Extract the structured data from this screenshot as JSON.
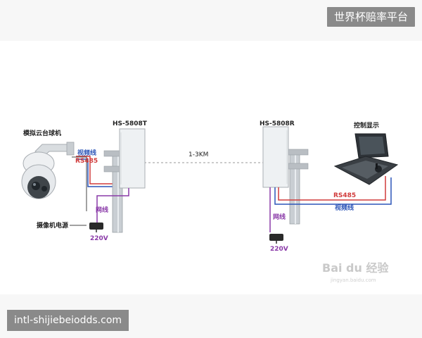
{
  "header": {
    "badge_text": "世界杯赔率平台"
  },
  "footer": {
    "url_text": "intl-shijiebeiodds.com"
  },
  "diagram": {
    "camera_label": "模拟云台球机",
    "camera_power_label": "摄像机电源",
    "left_video_label": "视频线",
    "left_rs485_label": "RS485",
    "left_net_label": "网线",
    "left_voltage": "220V",
    "transmitter_label": "HS-5808T",
    "receiver_label": "HS-5808R",
    "distance_label": "1-3KM",
    "right_net_label": "网线",
    "right_voltage": "220V",
    "right_rs485_label": "RS485",
    "right_video_label": "视频线",
    "control_label": "控制显示"
  },
  "watermark": {
    "brand": "Bai du 经验",
    "sub": "jingyan.baidu.com"
  },
  "colors": {
    "red_wire": "#d13b3b",
    "blue_wire": "#2c55b8",
    "purple_wire": "#8a3aa8",
    "badge_bg": "#8a8a8a"
  }
}
